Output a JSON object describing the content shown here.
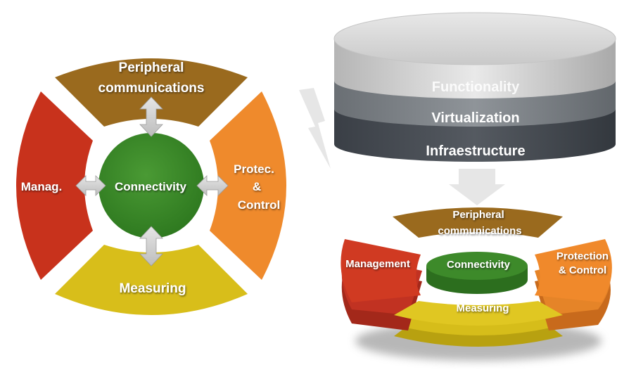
{
  "left_diagram": {
    "center": "Connectivity",
    "top": [
      "Peripheral",
      "communications"
    ],
    "left": "Manag.",
    "right": [
      "Protec.",
      "&",
      "Control"
    ],
    "bottom": "Measuring"
  },
  "stack": {
    "layers": [
      "Functionality",
      "Virtualization",
      "Infraestructure"
    ]
  },
  "layered_diagram": {
    "center": "Connectivity",
    "top": [
      "Peripheral",
      "communications"
    ],
    "left": "Management",
    "right": [
      "Protection",
      "& Control"
    ],
    "bottom": "Measuring"
  },
  "colors": {
    "peripheral": "#9a6a1e",
    "management": "#c8321c",
    "protection": "#ef8a2c",
    "measuring": "#d8be1a",
    "connectivity": "#3d8a2a",
    "arrow": "#b9b9b9",
    "stack_top": "#d8d8d8",
    "stack_mid": "#7d8287",
    "stack_bottom": "#484d54"
  }
}
